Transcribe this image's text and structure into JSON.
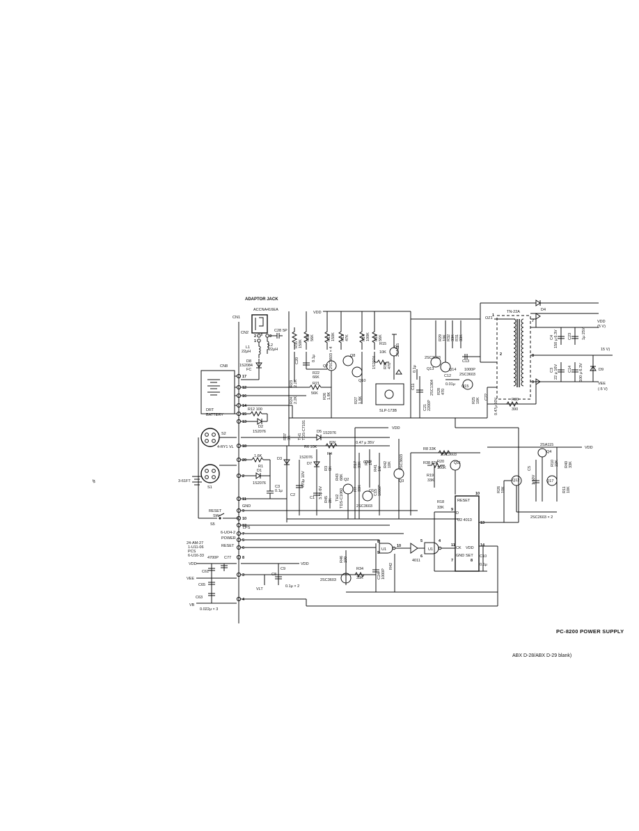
{
  "diagram": {
    "title": "PC-8200 POWER SUPPLY",
    "footer": "ABX  D-28/ABX  D-29 blank)",
    "margin_mark": "ꜩ ",
    "header": {
      "adaptor_jack": "ADAPTOR JACK",
      "part": "ACCNA416EA",
      "cn1": "CN1",
      "cn2": "CN2",
      "cn8": "CN8"
    },
    "rails": {
      "vdd": "VDD",
      "vdd_out": "VDD\n(5 V)",
      "vdd_5v": "(5 V)",
      "vee": "VEE",
      "vee_out": "(-5 V)",
      "v15": "15 V)",
      "vlt": "VLT",
      "vb": "VB",
      "gnd": "GND"
    },
    "left_block": {
      "drt_battery": "DRT\nBATTERY",
      "drt_battery_l1": "DRT",
      "drt_battery_l2": "BATTERY",
      "s2_label": "S2",
      "s1_label": "S1",
      "ry_label": "4-RY1 VL",
      "batt": "3-61FT",
      "reset_sw": "RESET\nSW",
      "reset_l1": "RESET",
      "reset_l2": "SW",
      "lps": "LPS",
      "uo4": "6-UO4-2",
      "power": "POWER",
      "reset": "RESET",
      "conn1": "24-AM-27",
      "conn2": "1-U11-06",
      "conn3": "PCS",
      "conn4": "6-U16-33",
      "vdd_l": "VDD",
      "vee_l": "VEE",
      "vb_l": "VB",
      "c77": "4700P",
      "c77n": "C77",
      "c61": "C61",
      "c65": "C65",
      "c63": "C63",
      "caps": "0.022μ × 3",
      "c8": "C8",
      "c8v": "0.1μ × 2",
      "c9": "C9"
    },
    "pins": [
      "17",
      "12",
      "16",
      "14",
      "15",
      "13",
      "18",
      "20",
      "2",
      "11",
      "9",
      "10",
      "7",
      "5",
      "6",
      "8",
      "3",
      "4",
      "1"
    ],
    "components": {
      "l1": "L1\n22μH",
      "l1a": "L1",
      "l1b": "22μH",
      "l2": "L2",
      "l2b": "22μH",
      "c28": "C28",
      "c28v": "5P",
      "d8": "D8",
      "d8p": "1S2084",
      "fc": "FC",
      "r35": "R35",
      "r35v": "150K",
      "r36": "R36",
      "r36v": "56K",
      "r13": "R13",
      "r13v": "150K",
      "r12": "R12",
      "r12v": "47K",
      "r22": "R22",
      "r22v": "66K",
      "c20": "C20",
      "c20v": "0.1μ",
      "q7": "Q7",
      "q8": "Q8",
      "q10": "Q10",
      "q3903": "2SC3603 × 4",
      "r14": "R14",
      "r14v": "100K",
      "r16": "R16",
      "r16v": "56K",
      "r15": "R15",
      "r15v": "10K",
      "q6": "Q6",
      "q6p": "2SA115",
      "r39": "R39",
      "r39v": "470",
      "d2074": "1S2074",
      "c11": "C11",
      "c11v": "0.1μ",
      "c21": "C21",
      "c21v": "2200P",
      "slp": "SLP-173B",
      "r27": "R27",
      "r27v": "1.8K",
      "r21": "R21",
      "r21v": "56K",
      "r26": "R26",
      "r26v": "1.8K",
      "r23": "R23",
      "r23v": "2.2K",
      "r24": "R24",
      "r24v": "2.2K",
      "r12b": "R12 100",
      "d2": "D2",
      "d2p": "1S2076",
      "r37": "R37",
      "r37v": "3K",
      "th1": "TH1",
      "th1p": "TDS-C7101",
      "d5": "D5",
      "d5p": "1S2076",
      "oz1": "OZ1",
      "tn": "TN-22A",
      "q13": "Q13",
      "q13p": "2SC3603",
      "q14": "Q14",
      "q15": "Q15",
      "q15p": "2SC3603",
      "c13": "C13",
      "c13v": "1000P",
      "c12": "C12",
      "c12v": "0.01μ",
      "r29": "R29",
      "r29v": "10K",
      "r32": "R32",
      "r32v": "33K",
      "r31": "R31",
      "r31v": "33K",
      "r28": "R28",
      "r28v": "470",
      "r25": "R25",
      "r25v": "10K",
      "r30": "R30",
      "r30v": "390",
      "c22": "C22",
      "c22v": "0.47μ 50V",
      "q12k": "2SC1364",
      "d4": "D4",
      "c4": "C4",
      "c4v": "150 μ 6.3V",
      "c23": "C23",
      "c23v": "1μ 25V",
      "c3": "C3",
      "c3v": "22 μ 16V",
      "c14": "C14",
      "c14v": "100 μ 6.3V",
      "d9": "D9",
      "r4": "R4",
      "r4v": "82K",
      "r6": "R6 10K",
      "c7": "C7",
      "c7v": "0.47 μ 35V",
      "d3": "D3",
      "d7": "D7",
      "d7p": "1S2076",
      "c2": "C2",
      "c2v": "470μ 10V",
      "c1": "C1",
      "c1v": "3.3μ 6V",
      "r3": "R3",
      "r3v": "6K",
      "r43": "R43",
      "r43v": "68K",
      "r45": "R45",
      "r45v": "2K",
      "th2": "TH2",
      "th2p": "TDS-C1060",
      "q2": "Q2",
      "q1": "Q1",
      "q1p": "2SC3603",
      "r17": "R17",
      "r17v": "33K",
      "r5": "R5",
      "r5v": "1M",
      "r7": "R7",
      "r7v": "33K",
      "r41": "R41",
      "r41v": "1M",
      "r42": "R42",
      "r42v": "10K",
      "c15": "C15",
      "c15v": "1000P",
      "c30": "C30",
      "q3": "Q3",
      "q3p": "2SC3603",
      "r8": "R8 33K",
      "r38": "R38 82K",
      "r20": "R20",
      "r20v": "100K",
      "r19": "R19",
      "r19v": "33K",
      "q11": "Q11",
      "q11p": "2SC3603",
      "r18": "R18",
      "r18v": "33K",
      "u2": "U2 4013",
      "u2_reset": "RESET",
      "u2_d": "D",
      "u2_ck": "CK",
      "u2_vdd": "VDD",
      "u2_gnd": "GND",
      "u2_set": "SET",
      "u1": "U1",
      "u4011": "4011",
      "r46": "R46",
      "r46v": "100",
      "r34": "R34",
      "r34v": "33K",
      "q3603": "2SC3603",
      "c24": "C24",
      "c24v": "1000P",
      "r42b": "R42",
      "c10": "C10",
      "c10v": "0.1μ",
      "q4": "Q4",
      "q4p": "2SA115",
      "r26b": "R26",
      "r26bv": "10K",
      "q12": "Q12",
      "c5": "C5",
      "c5v": "1 50V",
      "r10": "R10",
      "r10v": "22K",
      "r40": "R40",
      "r40v": "33K",
      "q17": "Q17",
      "r11": "R11",
      "r11v": "10K",
      "q2x": "2SC2603 × 2",
      "r1": "R1",
      "r1v": "1.6K",
      "d1": "D1",
      "d1p": "1S2076",
      "c3b": "C3",
      "c3bv": "0.1μ"
    },
    "pin_numbers": {
      "p5": "5",
      "p6": "6",
      "p4": "4",
      "p3": "3",
      "p13": "13",
      "p14": "14",
      "p8": "8",
      "p9": "9",
      "p10": "10",
      "p11": "11",
      "p12": "12",
      "p2": "2",
      "p1": "1",
      "p7": "7"
    }
  }
}
